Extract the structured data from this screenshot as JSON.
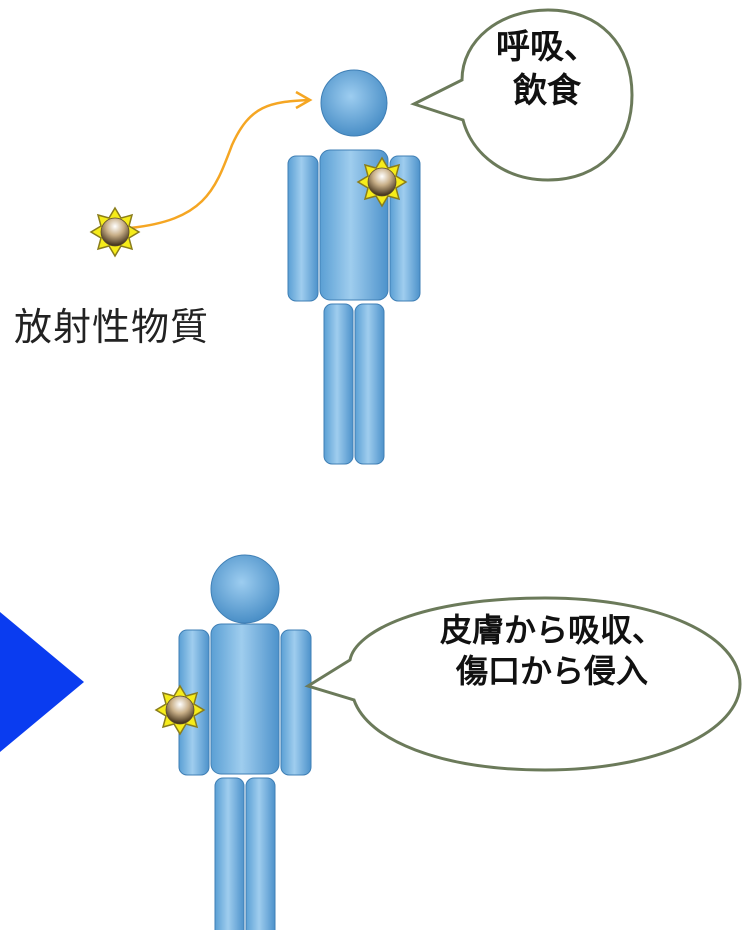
{
  "label_material": "放射性物質",
  "bubble_inhalation": {
    "line1": "呼吸、",
    "line2": "飲食"
  },
  "bubble_skin": {
    "line1": "皮膚から吸収、",
    "line2": "傷口から侵入"
  },
  "colors": {
    "body": "#7db6e0",
    "body_dark": "#4a8fc4",
    "arrow_orange": "#f5a623",
    "triangle_blue": "#0a3cf0",
    "bubble_stroke": "#6b7a5a",
    "particle_yellow": "#f2e600"
  },
  "icons": [
    "radioactive-particle-icon",
    "human-figure-icon",
    "blue-play-triangle-icon",
    "speech-bubble-icon"
  ]
}
